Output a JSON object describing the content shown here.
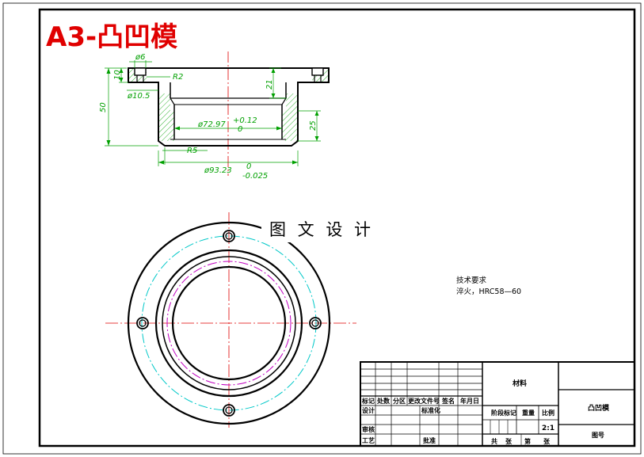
{
  "title": "A3-凸凹模",
  "watermark": "图 文 设 计",
  "dimensions": {
    "d6": "ø6",
    "r2": "R2",
    "d10_5": "ø10.5",
    "h10": "10",
    "h50": "50",
    "h21": "21",
    "h25": "25",
    "d72": "ø72.97",
    "d72_upper": "+0.12",
    "d72_lower": "0",
    "r5": "R5",
    "d93": "ø93.23",
    "d93_upper": "0",
    "d93_lower": "-0.025"
  },
  "notes": {
    "heading": "技术要求",
    "line1": "淬火，HRC58—60"
  },
  "title_block": {
    "mark": "标记",
    "count": "处数",
    "zone": "分区",
    "change_doc": "更改文件号",
    "sign": "签名",
    "date": "年月日",
    "design": "设计",
    "standardize": "标准化",
    "check": "审核",
    "process": "工艺",
    "approve": "批准",
    "material": "材料",
    "stage_mark": "阶段标记",
    "weight": "重量",
    "scale_label": "比例",
    "scale_value": "2:1",
    "total": "共",
    "sheets": "张",
    "sheet_no": "第",
    "sheet_unit": "张",
    "part_name": "凸凹模",
    "drawing_no": "图号"
  },
  "colors": {
    "outline": "#000000",
    "dimension": "#00a000",
    "centerline": "#e00000",
    "bolt_circle": "#00c8c8",
    "pitch_circle": "#c000c0",
    "hatch": "#00a000"
  }
}
